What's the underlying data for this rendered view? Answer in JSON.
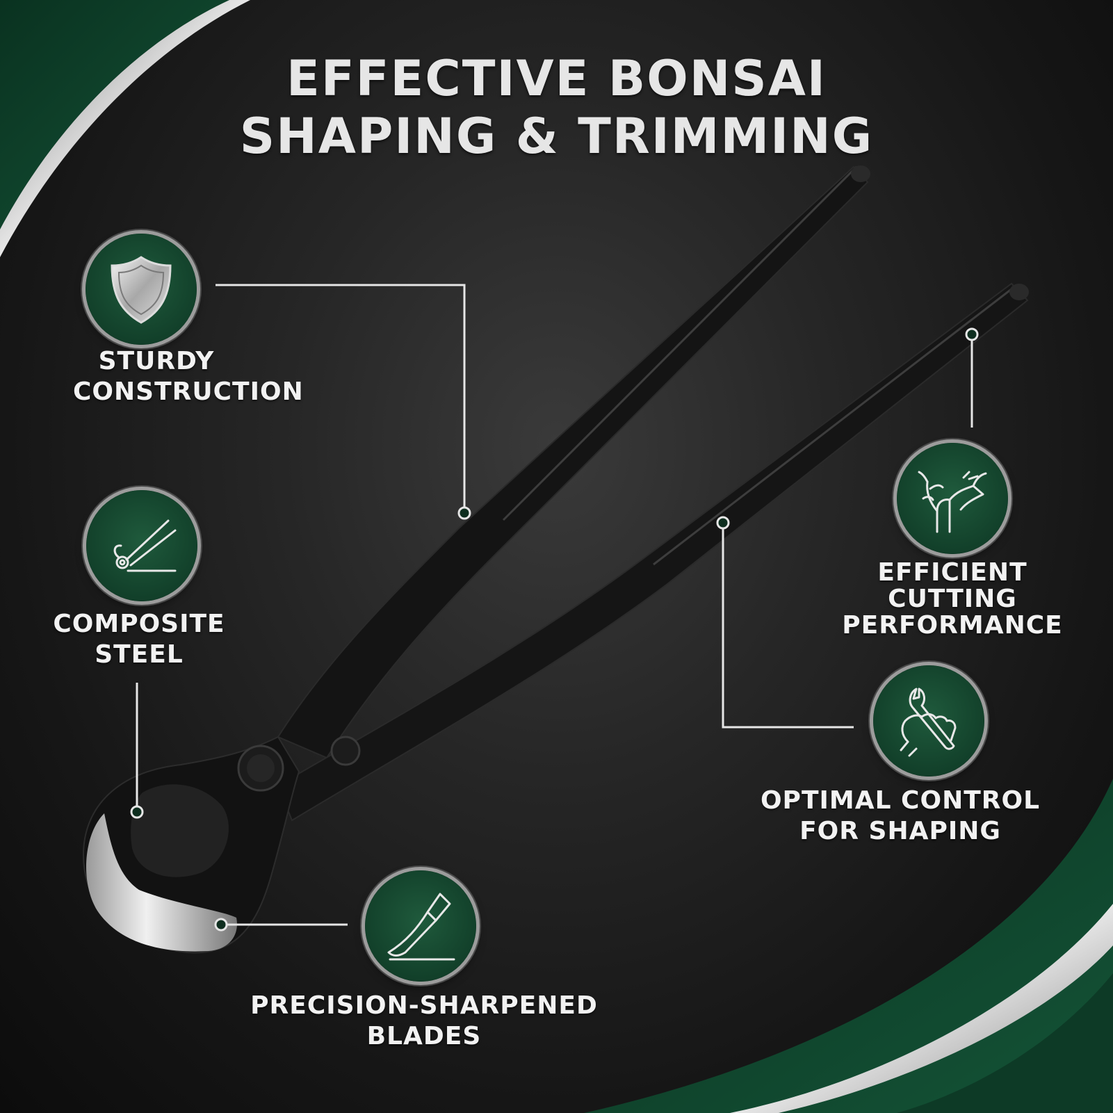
{
  "title": {
    "line1": "EFFECTIVE BONSAI",
    "line2": "SHAPING & TRIMMING"
  },
  "features": [
    {
      "icon": "shield-icon",
      "line1": "STURDY",
      "line2": "CONSTRUCTION"
    },
    {
      "icon": "pliers-icon",
      "line1": "COMPOSITE",
      "line2": "STEEL"
    },
    {
      "icon": "knife-blade-icon",
      "line1": "PRECISION-SHARPENED",
      "line2": "BLADES"
    },
    {
      "icon": "branch-cutting-icon",
      "line1": "EFFICIENT",
      "line2": "CUTTING",
      "line3": "PERFORMANCE"
    },
    {
      "icon": "hand-wrench-icon",
      "line1": "OPTIMAL CONTROL",
      "line2": "FOR SHAPING"
    }
  ],
  "colors": {
    "badge_green": "#12402a",
    "accent_green": "#0e3b26",
    "silver": "#b9b9b9",
    "text": "#f2f2f2"
  }
}
